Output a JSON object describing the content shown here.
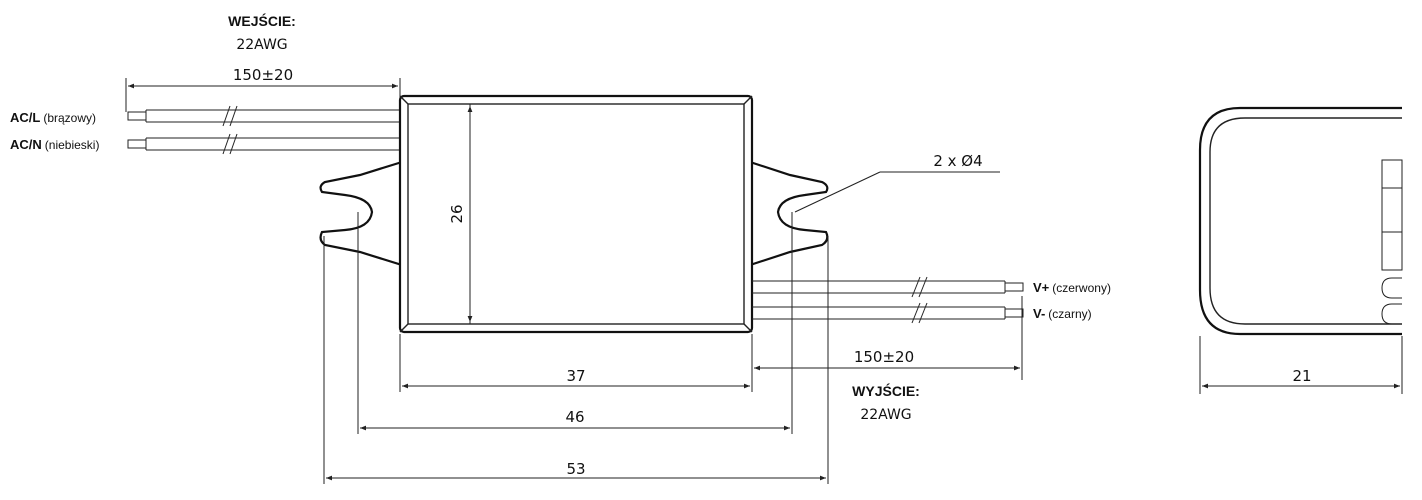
{
  "input": {
    "heading": "WEJŚCIE:",
    "gauge": "22AWG",
    "length": "150±20",
    "wire_l_code": "AC/L",
    "wire_l_color": "(brązowy)",
    "wire_n_code": "AC/N",
    "wire_n_color": "(niebieski)"
  },
  "output": {
    "heading": "WYJŚCIE:",
    "gauge": "22AWG",
    "length": "150±20",
    "wire_pos_code": "V+",
    "wire_pos_color": "(czerwony)",
    "wire_neg_code": "V-",
    "wire_neg_color": "(czarny)"
  },
  "dimensions": {
    "height": "26",
    "body_width": "37",
    "hole_spacing": "46",
    "overall_width": "53",
    "depth": "21",
    "holes": "2 x Ø4"
  }
}
